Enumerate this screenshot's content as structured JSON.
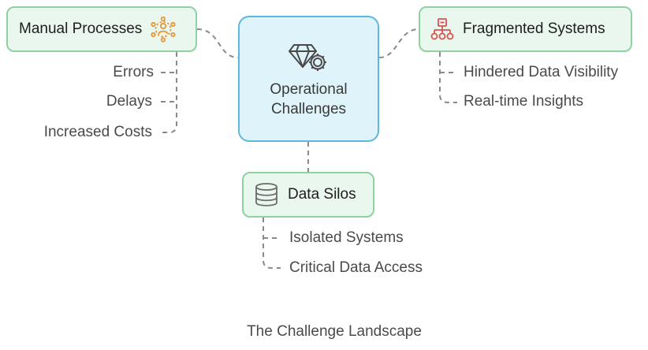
{
  "center": {
    "title": "Operational Challenges",
    "icon": "gem-gear-icon"
  },
  "manual": {
    "label": "Manual Processes",
    "icon": "people-network-icon",
    "icon_color": "#e8963a",
    "items": [
      "Errors",
      "Delays",
      "Increased Costs"
    ]
  },
  "fragmented": {
    "label": "Fragmented Systems",
    "icon": "org-chart-icon",
    "icon_color": "#d9534f",
    "items": [
      "Hindered Data Visibility",
      "Real-time Insights"
    ]
  },
  "silos": {
    "label": "Data Silos",
    "icon": "database-icon",
    "items": [
      "Isolated Systems",
      "Critical Data Access"
    ]
  },
  "caption": "The Challenge Landscape",
  "colors": {
    "node_fill": "#eaf7ee",
    "node_border": "#8ed2a1",
    "center_fill": "#def3fa",
    "center_border": "#5cb8df",
    "connector": "#8a8a8a"
  }
}
